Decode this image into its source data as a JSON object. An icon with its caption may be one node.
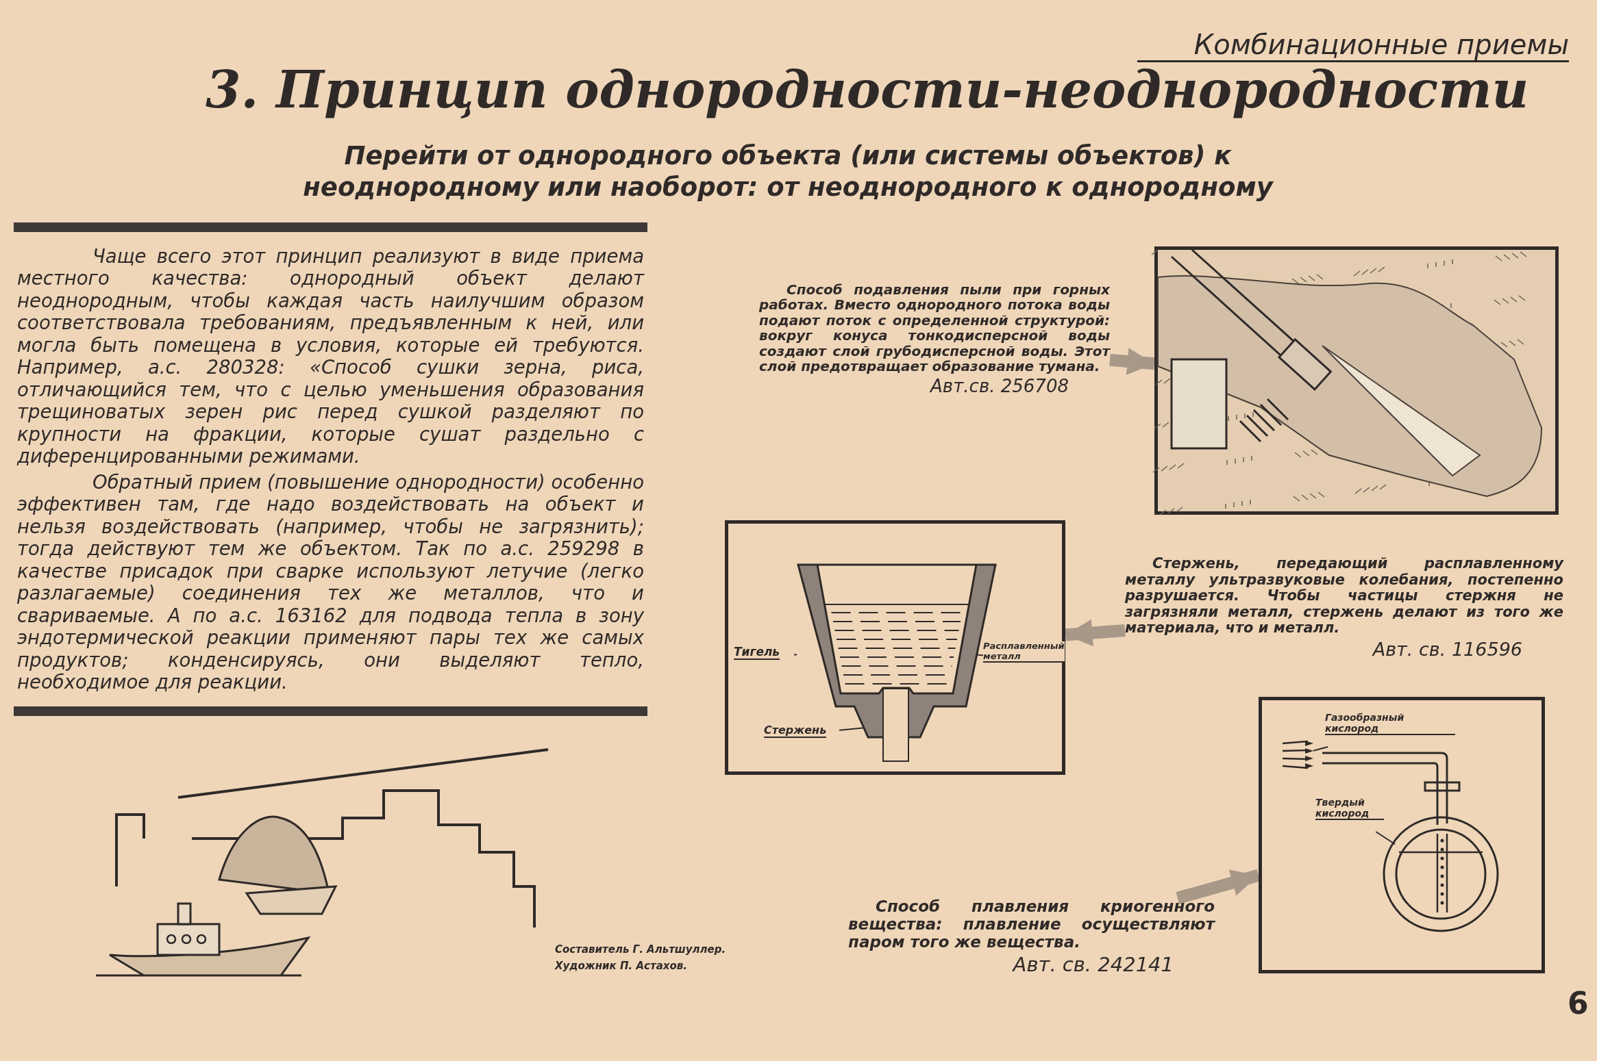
{
  "diagram": {
    "title": "3. Принцип однородности-неоднородности",
    "nodes": [
      {
        "text": [
          "Способ подавления пыли при горных работах. Вместо однородного потока воды подают поток с определенной структурой: вокруг конуса тонкодисперсной воды создают слой грубодисперсной воды. Этот слой предотвращает образование тумана.",
          "Авт.св. 256708"
        ]
      },
      {
        "text": [],
        "shape": "picture"
      },
      {
        "text": [],
        "shape": "box"
      },
      {
        "text": [
          "Тигель"
        ],
        "in": 2
      },
      {
        "text": [],
        "shape": "picture",
        "in": 2
      },
      {
        "text": [],
        "shape": "picture",
        "in": 4
      },
      {
        "text": [
          "Расплавленный металл"
        ],
        "in": 2
      },
      {
        "text": [
          "Стержень"
        ],
        "in": 2
      },
      {
        "text": [],
        "shape": "box",
        "in": 2
      },
      {
        "text": [
          "Стержень, передающий расплавленному металлу ультразвуковые колебания, постепенно разрушается. Чтобы частицы стержня не загрязняли металл, стержень делают из того же материала, что и металл.",
          "Авт. св. 116596"
        ]
      },
      {
        "text": [],
        "shape": "box"
      },
      {
        "text": [
          "Газообразный кислород"
        ],
        "in": 10
      },
      {
        "text": [],
        "shape": "picture",
        "in": 10
      },
      {
        "text": [
          "Твердый кислород"
        ],
        "in": 10
      },
      {
        "text": [],
        "shape": "picture",
        "in": 10
      },
      {
        "text": [
          "Способ плавления криогенного вещества: плавление осуществляют паром того же вещества.",
          "Авт. св. 242141"
        ]
      }
    ],
    "edges": [
      {
        "from": 0,
        "to": 1,
        "arrow": "to",
        "style": "thick",
        "color": "#a89888"
      },
      {
        "from": 3,
        "to": 4,
        "arrow": "none"
      },
      {
        "from": 6,
        "to": 5,
        "arrow": "none"
      },
      {
        "from": 7,
        "to": 8,
        "arrow": "none"
      },
      {
        "from": 9,
        "to": 2,
        "arrow": "to",
        "style": "thick",
        "color": "#a89888"
      },
      {
        "from": 11,
        "to": 12,
        "arrow": "none"
      },
      {
        "from": 13,
        "to": 14,
        "arrow": "none"
      },
      {
        "from": 15,
        "to": 10,
        "arrow": "to",
        "style": "thick",
        "color": "#a89888"
      }
    ],
    "labels": [
      "Комбинационные приемы",
      "Перейти от однородного объекта (или системы объектов) к неоднородному или наоборот: от неоднородного к однородному",
      "Чаще всего этот принцип реализуют в виде приема местного качества: однородный объект делают неоднородным, чтобы каждая часть наилучшим образом соответствовала требованиям, предъявленным к ней, или могла быть помещена в условия, которые ей требуются. Например, а.с. 280328: «Способ сушки зерна, риса, отличающийся тем, что с целью уменьшения образования трещиноватых зерен рис перед сушкой разделяют по крупности на фракции, которые сушат раздельно с диференцированными режимами.",
      "Обратный прием (повышение однородности) особенно эффективен там, где надо воздействовать на объект и нельзя воздействовать (например, чтобы не загрязнить); тогда действуют тем же объектом. Так по а.с. 259298 в качестве присадок при сварке используют летучие (легко разлагаемые) соединения тех же металлов, что и свариваемые. А по а.с. 163162 для подвода тепла в зону эндотермической реакции применяют пары тех же самых продуктов; конденсируясь, они выделяют тепло, необходимое для реакции.",
      "Составитель Г. Альтшуллер.",
      "Художник П. Астахов.",
      "6"
    ]
  }
}
